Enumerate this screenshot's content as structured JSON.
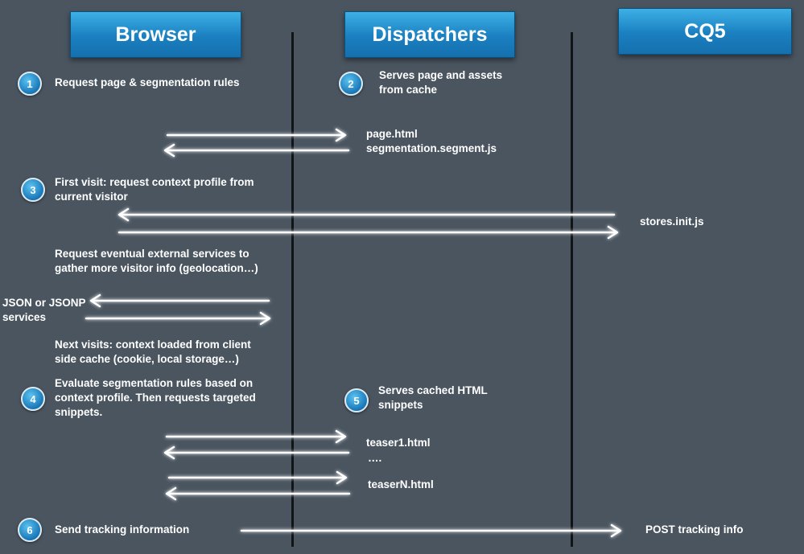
{
  "columns": {
    "browser": "Browser",
    "dispatchers": "Dispatchers",
    "cq5": "CQ5"
  },
  "steps": [
    {
      "number": "1",
      "text": "Request page & segmentation rules"
    },
    {
      "number": "2",
      "text": "Serves page and assets\nfrom cache"
    },
    {
      "number": "3",
      "text": "First visit: request context profile from\ncurrent visitor"
    },
    {
      "number": "4",
      "text": "Evaluate segmentation rules based on\ncontext profile. Then requests targeted\nsnippets."
    },
    {
      "number": "5",
      "text": "Serves cached HTML\nsnippets"
    },
    {
      "number": "6",
      "text": "Send tracking information"
    }
  ],
  "labels": {
    "page_files": "page.html\nsegmentation.segment.js",
    "stores": "stores.init.js",
    "external_services": "Request eventual external services to\ngather more visitor info (geolocation…)",
    "json_services": "JSON or JSONP\nservices",
    "next_visits": "Next visits: context loaded from client\nside cache (cookie, local storage…)",
    "teaser1": "teaser1.html",
    "ellipsis": "….",
    "teaserN": "teaserN.html",
    "post_tracking": "POST tracking info"
  },
  "colors": {
    "background": "#4a5560",
    "header_blue": "#1a7fc0",
    "arrow": "#ffffff",
    "lifeline": "#111417"
  }
}
